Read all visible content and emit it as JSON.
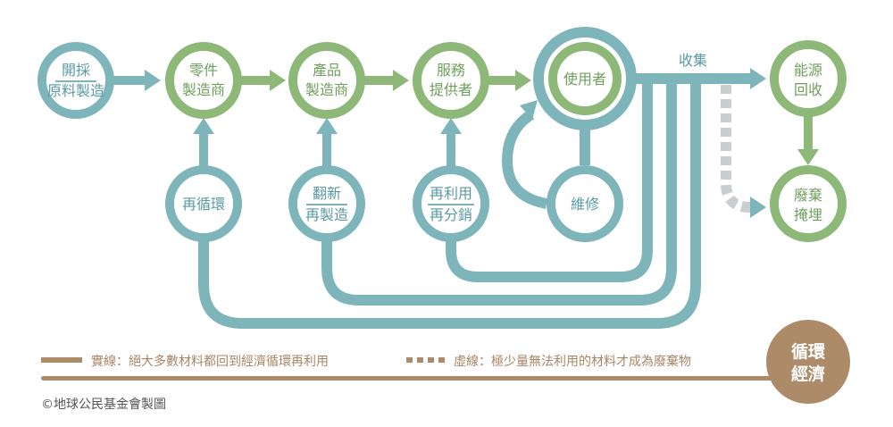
{
  "nodes": {
    "mining": {
      "line1": "開採",
      "line2": "原料製造"
    },
    "parts": {
      "line1": "零件",
      "line2": "製造商"
    },
    "product": {
      "line1": "產品",
      "line2": "製造商"
    },
    "service": {
      "line1": "服務",
      "line2": "提供者"
    },
    "user": {
      "line1": "使用者"
    },
    "energy": {
      "line1": "能源",
      "line2": "回收"
    },
    "landfill": {
      "line1": "廢棄",
      "line2": "掩埋"
    },
    "recycle": {
      "line1": "再循環"
    },
    "refurbish": {
      "line1": "翻新",
      "line2": "再製造"
    },
    "reuse": {
      "line1": "再利用",
      "line2": "再分銷"
    },
    "repair": {
      "line1": "維修"
    }
  },
  "collect_label": "收集",
  "legend": {
    "solid": "實線：絕大多數材料都回到經濟循環再利用",
    "dashed": "虛線：極少量無法利用的材料才成為廢棄物"
  },
  "badge": {
    "line1": "循環",
    "line2": "經濟"
  },
  "credit": "©地球公民基金會製圖",
  "colors": {
    "teal": "#7db5bb",
    "green": "#8db878",
    "brown": "#ad8b69"
  }
}
